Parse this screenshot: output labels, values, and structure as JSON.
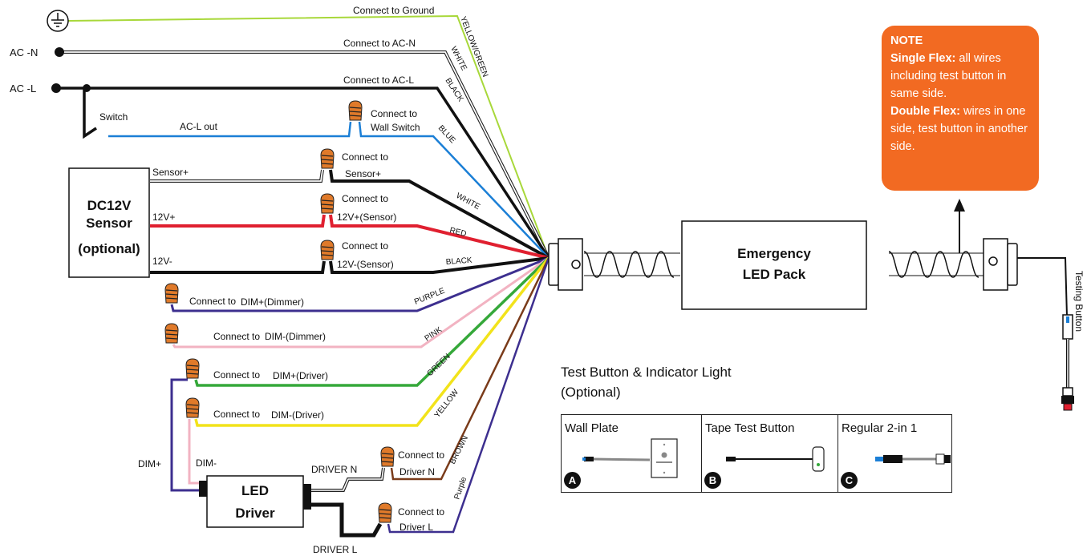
{
  "labels": {
    "connect_ground": "Connect to Ground",
    "connect_acn": "Connect to AC-N",
    "connect_acl": "Connect to AC-L",
    "connect_to": "Connect to",
    "wall_switch": "Wall Switch",
    "sensor_plus_conn": "Sensor+",
    "v12plus_conn": "12V+(Sensor)",
    "v12minus_conn": "12V-(Sensor)",
    "dim_plus_dimmer": "DIM+(Dimmer)",
    "dim_minus_dimmer": "DIM-(Dimmer)",
    "dim_plus_driver": "DIM+(Driver)",
    "dim_minus_driver": "DIM-(Driver)",
    "driver_n_conn": "Driver N",
    "driver_l_conn": "Driver L",
    "ac_n": "AC  -N",
    "ac_l": "AC  -L",
    "switch": "Switch",
    "acl_out": "AC-L out",
    "sensor_plus": "Sensor+",
    "v12plus": "12V+",
    "v12minus": "12V-",
    "dim_plus": "DIM+",
    "dim_minus": "DIM-",
    "driver_n": "DRIVER N",
    "driver_l": "DRIVER L",
    "testing_button": "Testing Button"
  },
  "wire_labels": {
    "yellow_green": "YELLOW/GREEN",
    "white1": "WHITE",
    "black1": "BLACK",
    "blue": "BLUE",
    "white2": "WHITE",
    "red": "RED",
    "black2": "BLACK",
    "purple": "PURPLE",
    "pink": "PINK",
    "green": "GREEN",
    "yellow": "YELLOW",
    "brown": "BROWN",
    "purple2": "Purple"
  },
  "sensor_box": {
    "line1": "DC12V",
    "line2": "Sensor",
    "line3": "(optional)"
  },
  "driver_box": {
    "line1": "LED",
    "line2": "Driver"
  },
  "emergency_box": {
    "line1": "Emergency",
    "line2": "LED Pack"
  },
  "note": {
    "title": "NOTE",
    "single_bold": "Single Flex:",
    "single_text": " all wires including test button in same side.",
    "double_bold": "Double Flex:",
    "double_text": " wires in one side, test button in another side."
  },
  "test_section": {
    "title_line1": "Test Button & Indicator Light",
    "title_line2": "(Optional)",
    "options": [
      {
        "label": "Wall Plate",
        "badge": "A"
      },
      {
        "label": "Tape Test Button",
        "badge": "B"
      },
      {
        "label": "Regular 2-in 1",
        "badge": "C"
      }
    ]
  },
  "colors": {
    "yellow_green": "#a8d83a",
    "blue": "#1b7fd6",
    "red": "#e02030",
    "purple": "#3d2f8f",
    "pink": "#f2b3c2",
    "green": "#35a83a",
    "yellow": "#f2e31b",
    "brown": "#7a3b1a",
    "orange": "#f26a22",
    "connector": "#e07a2a"
  }
}
